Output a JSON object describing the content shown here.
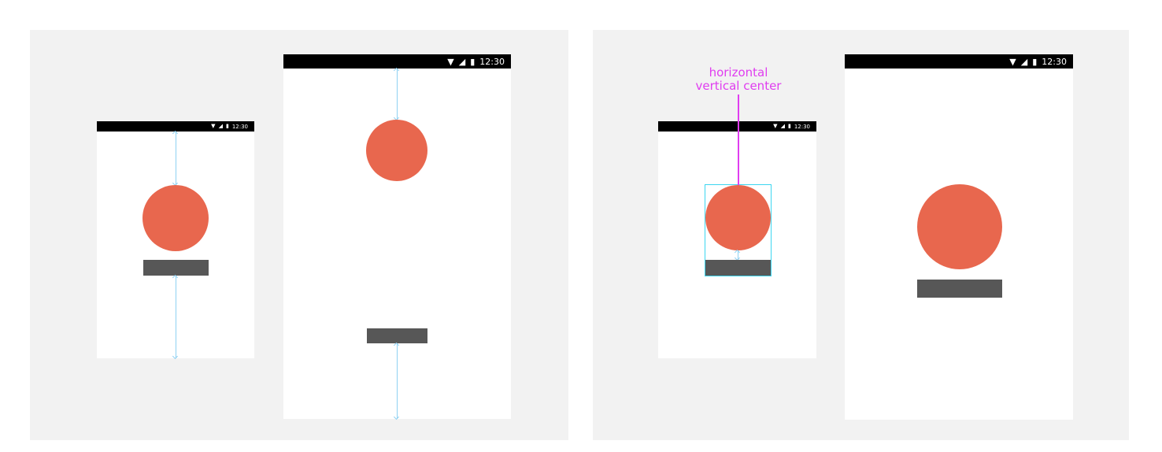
{
  "status_bar": {
    "time": "12:30",
    "wifi_icon": "wifi-icon",
    "signal_icon": "cell-signal-icon",
    "battery_icon": "battery-icon"
  },
  "annotation": {
    "line1": "horizontal",
    "line2": "vertical center"
  },
  "colors": {
    "panel_background": "#f2f2f2",
    "circle": "#e8674e",
    "bar": "#575757",
    "arrow": "#8fd1f2",
    "guide_box": "#3cd6f0",
    "annotation": "#e03df0"
  }
}
